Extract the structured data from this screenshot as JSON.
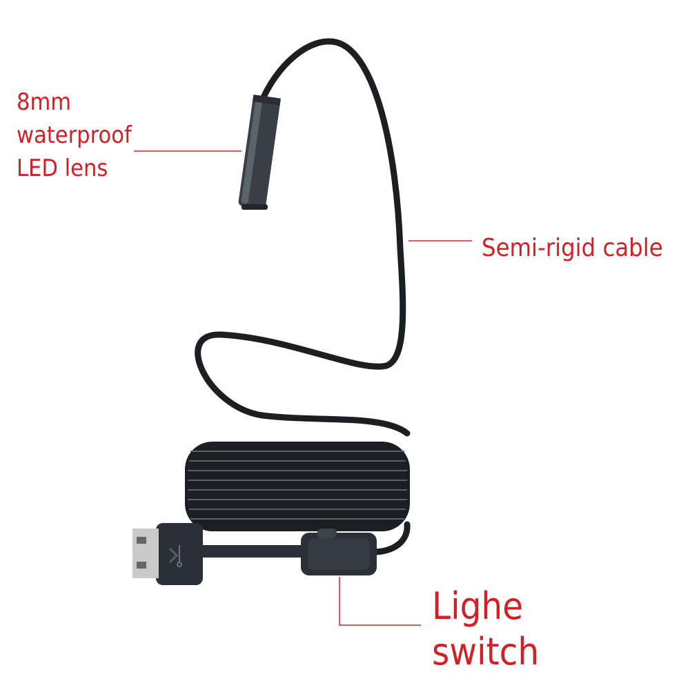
{
  "labels": {
    "lens": {
      "line1": "8mm",
      "line2": "waterproof",
      "line3": "LED lens"
    },
    "cable": "Semi-rigid cable",
    "switch": {
      "line1": "Lighe",
      "line2": "switch"
    }
  },
  "colors": {
    "background": "#ffffff",
    "label_text": "#d32027",
    "leader_line": "#d32027",
    "cable": "#1b1f22",
    "connector": "#2b3036",
    "usb_plug": "#c9c9c9"
  }
}
